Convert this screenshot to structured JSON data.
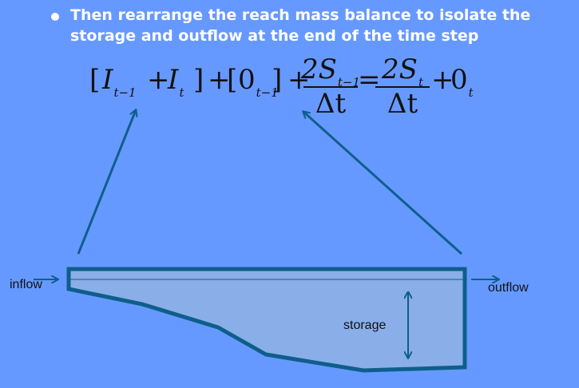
{
  "bullet": {
    "text": "Then rearrange the reach mass balance to isolate the storage and outflow at the end of the time step"
  },
  "equation": {
    "open1": "[",
    "I1": "I",
    "I1_sub": "t−1",
    "plus1": "+",
    "I2": "I",
    "I2_sub": "t",
    "close1": "]",
    "plus2": "+",
    "open2": "[",
    "O1": "0",
    "O1_sub": "t−1",
    "close2": "]",
    "plus3": "+",
    "frac1_num": "2S",
    "frac1_num_sub": "t−1",
    "frac1_den": "Δt",
    "equals": "=",
    "frac2_num": "2S",
    "frac2_num_sub": "t",
    "frac2_den": "Δt",
    "plus4": "+",
    "O2": "0",
    "O2_sub": "t"
  },
  "diagram": {
    "inflow_label": "inflow",
    "outflow_label": "outflow",
    "storage_label": "storage",
    "colors": {
      "outline": "#0e5e8c",
      "fill": "#8aaee8",
      "arrow": "#0e5e8c"
    }
  }
}
